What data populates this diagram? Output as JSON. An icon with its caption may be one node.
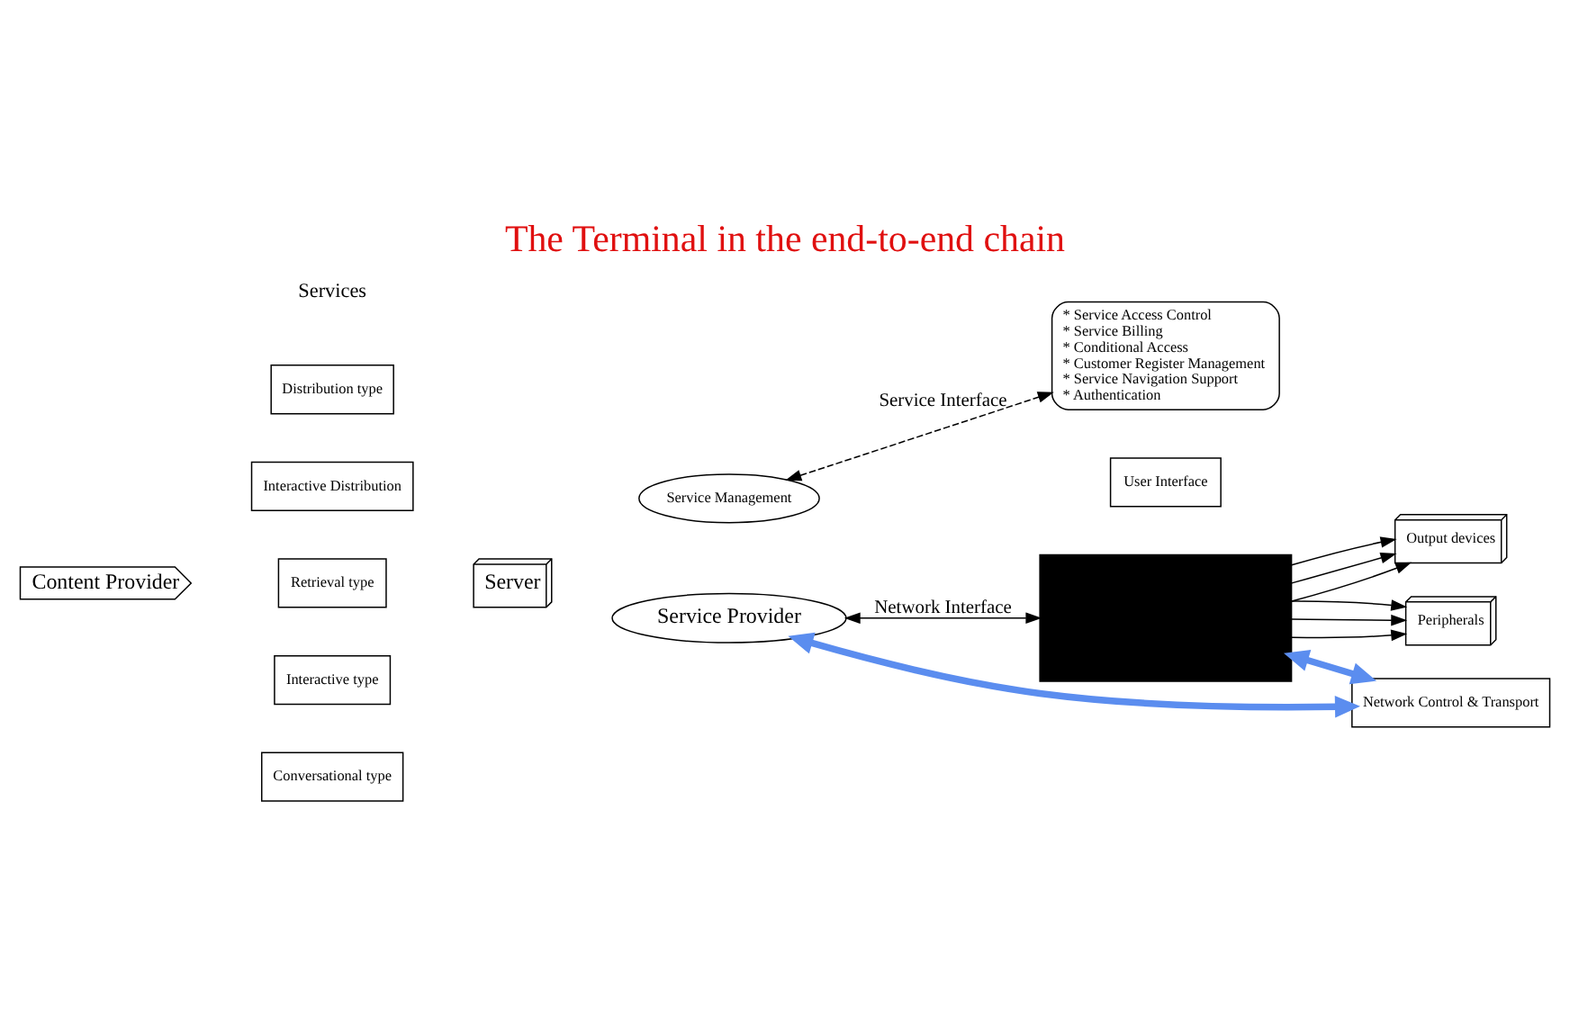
{
  "diagram": {
    "title": "The Terminal in the end-to-end chain",
    "nodes": [
      {
        "text": [
          "Server"
        ]
      },
      {
        "text": [
          "Content Provider"
        ]
      },
      {
        "text": [
          "Distribution type"
        ]
      },
      {
        "text": [
          "Interactive Distribution"
        ]
      },
      {
        "text": [
          "Retrieval type"
        ]
      },
      {
        "text": [
          "Interactive type"
        ]
      },
      {
        "text": [
          "Conversational type"
        ]
      },
      {
        "text": [
          "Service Management"
        ]
      },
      {
        "text": [
          "Service Provider"
        ]
      },
      {
        "text": [
          "* Service Access Control",
          "* Service Billing",
          "* Conditional Access",
          "* Customer Register Management",
          "* Service Navigation Support",
          "* Authentication"
        ]
      },
      {
        "text": [
          "User Interface"
        ]
      },
      {
        "text": [],
        "shape": "box"
      },
      {
        "text": [
          "Output devices"
        ]
      },
      {
        "text": [
          "Peripherals"
        ]
      },
      {
        "text": [
          "Network Control & Transport"
        ]
      }
    ],
    "edges": [
      {
        "from": 7,
        "to": 9,
        "arrow": "both",
        "style": "dashed",
        "label": "Service Interface"
      },
      {
        "from": 8,
        "to": 11,
        "arrow": "both",
        "label": "Network Interface"
      },
      {
        "from": 8,
        "to": 14,
        "arrow": "both",
        "style": "thick",
        "color": "#5b8def"
      },
      {
        "from": 11,
        "to": 14,
        "arrow": "both",
        "style": "thick",
        "color": "#5b8def"
      },
      {
        "from": 11,
        "to": 12,
        "arrow": "to"
      },
      {
        "from": 11,
        "to": 12,
        "arrow": "to"
      },
      {
        "from": 11,
        "to": 12,
        "arrow": "to"
      },
      {
        "from": 11,
        "to": 13,
        "arrow": "to"
      },
      {
        "from": 11,
        "to": 13,
        "arrow": "to"
      },
      {
        "from": 11,
        "to": 13,
        "arrow": "to"
      }
    ],
    "labels": [
      "Services"
    ]
  }
}
